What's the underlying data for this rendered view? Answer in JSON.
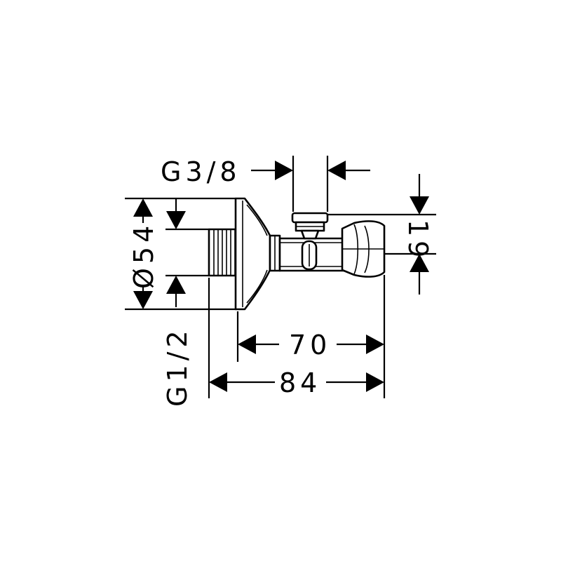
{
  "drawing": {
    "colors": {
      "ink": "#000000",
      "paper": "#ffffff"
    },
    "dimensions": {
      "outlet_thread": "G3/8",
      "flange_diameter": "Ø54",
      "inlet_thread": "G1/2",
      "flange_to_handle_length": "70",
      "overall_length": "84",
      "outlet_height": "19"
    }
  }
}
